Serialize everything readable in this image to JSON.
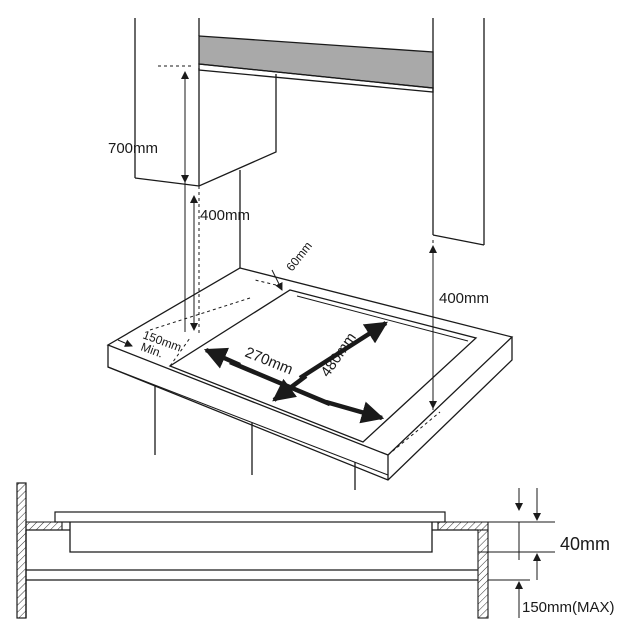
{
  "colors": {
    "line": "#1a1a1a",
    "hood_fill": "#a9a9a9",
    "hatch": "#1a1a1a"
  },
  "labels": {
    "cabinet_height": "700mm",
    "clearance_left": "400mm",
    "clearance_right": "400mm",
    "depth_clearance": "60mm",
    "side_clearance_value": "150mm",
    "side_clearance_note": "Min.",
    "cutout_depth": "270mm",
    "cutout_width": "480mm",
    "section_thickness": "40mm",
    "section_gap": "150mm(MAX)"
  }
}
